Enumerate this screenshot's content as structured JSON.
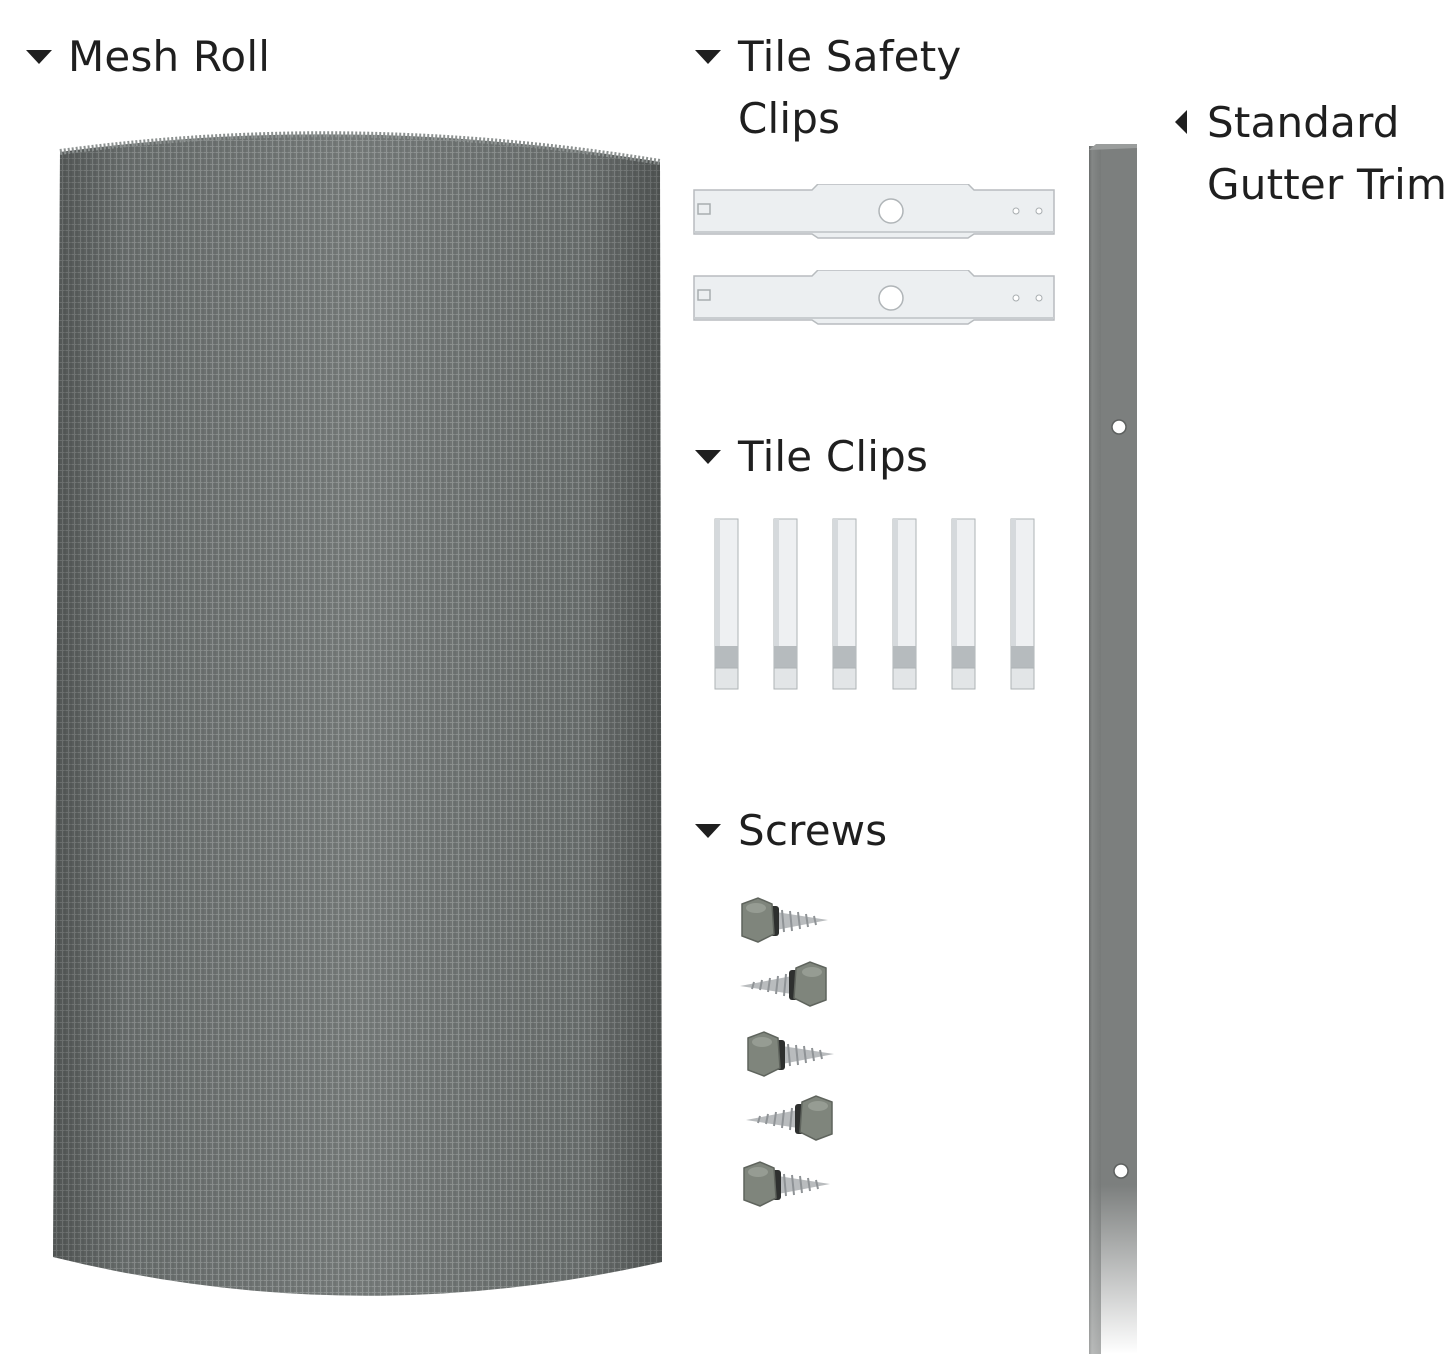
{
  "labels": {
    "mesh_roll": "Mesh Roll",
    "tile_safety_clips": [
      "Tile Safety",
      "Clips"
    ],
    "tile_clips": "Tile Clips",
    "screws": "Screws",
    "standard_gutter_trim": [
      "Standard",
      "Gutter Trim"
    ]
  },
  "icons": {
    "mesh_roll": "caret-down-icon",
    "tile_safety_clips": "caret-down-icon",
    "tile_clips": "caret-down-icon",
    "screws": "caret-down-icon",
    "standard_gutter_trim": "caret-left-icon"
  },
  "colors": {
    "text": "#1f1f1f",
    "mesh": "#6f7473",
    "clip": "#e9ecee",
    "trim": "#7c7f7e",
    "screw_head": "#7f857c",
    "screw_thread": "#b9bcbe"
  },
  "counts": {
    "tile_safety_clips": 2,
    "tile_clips": 6,
    "screws": 5
  }
}
